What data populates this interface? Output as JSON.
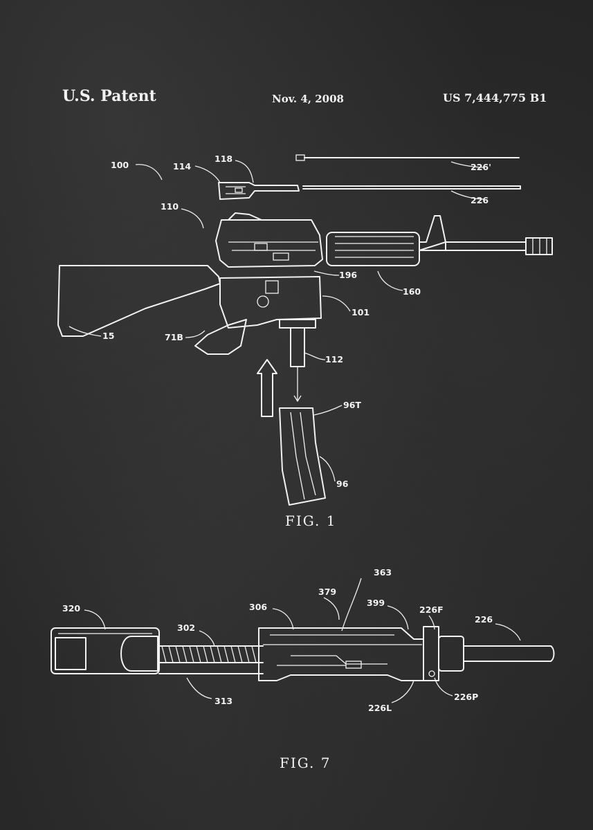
{
  "header": {
    "left": "U.S. Patent",
    "center": "Nov. 4, 2008",
    "right": "US 7,444,775 B1"
  },
  "fig1": {
    "caption": "FIG. 1",
    "labels": {
      "l100": "100",
      "l114": "114",
      "l118": "118",
      "l226a": "226'",
      "l226b": "226",
      "l110": "110",
      "l196": "196",
      "l160": "160",
      "l101": "101",
      "l15": "15",
      "l71b": "71B",
      "l112": "112",
      "l96t": "96T",
      "l96": "96"
    }
  },
  "fig7": {
    "caption": "FIG. 7",
    "labels": {
      "l363": "363",
      "l379": "379",
      "l399": "399",
      "l226f": "226F",
      "l226": "226",
      "l320": "320",
      "l306": "306",
      "l302": "302",
      "l313": "313",
      "l226l": "226L",
      "l226p": "226P"
    }
  }
}
